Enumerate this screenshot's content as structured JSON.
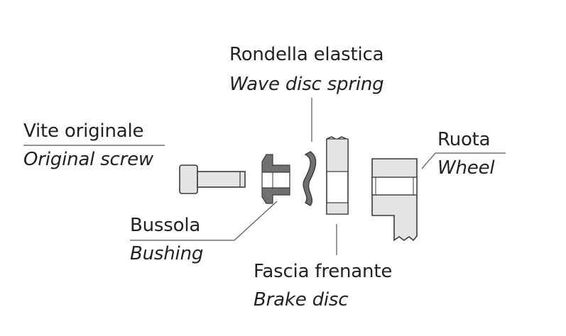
{
  "labels": {
    "wave_disc_spring": {
      "it": "Rondella elastica",
      "en": "Wave disc spring"
    },
    "original_screw": {
      "it": "Vite originale",
      "en": "Original screw"
    },
    "bushing": {
      "it": "Bussola",
      "en": "Bushing"
    },
    "brake_disc": {
      "it": "Fascia frenante",
      "en": "Brake disc"
    },
    "wheel": {
      "it": "Ruota",
      "en": "Wheel"
    }
  },
  "colors": {
    "text": "#222222",
    "outline": "#3a3a3a",
    "part_fill": "#e4e4e4",
    "bushing_fill": "#707070",
    "leader": "#555555"
  }
}
